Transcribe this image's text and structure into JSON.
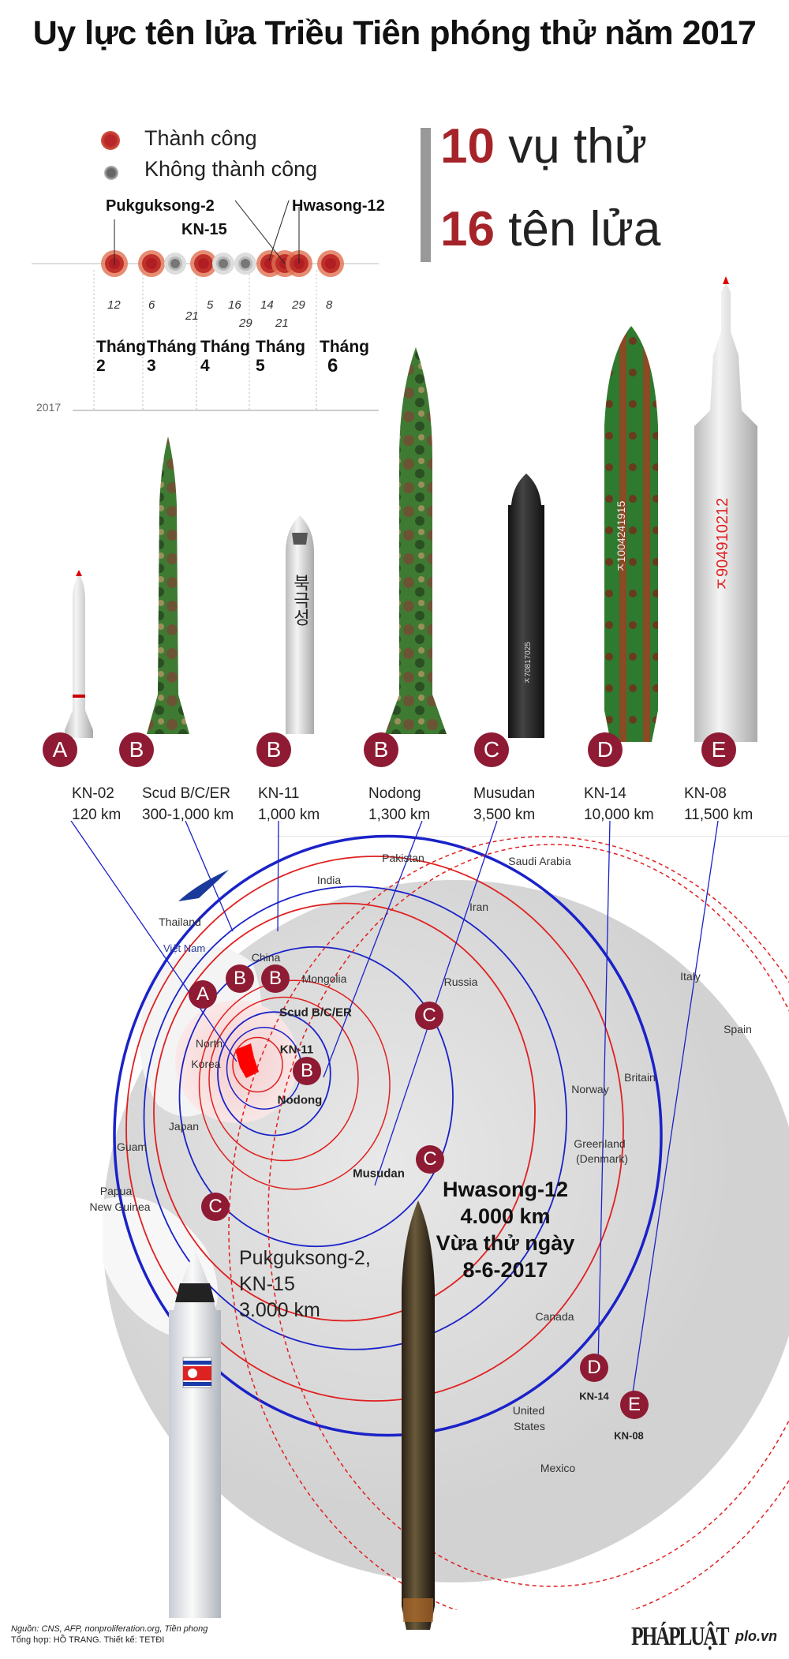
{
  "title": "Uy lực tên lửa Triều Tiên phóng thử năm 2017",
  "legend": {
    "success": "Thành công",
    "fail": "Không thành công"
  },
  "stats": {
    "tests_num": "10",
    "tests_label": "vụ thử",
    "missiles_num": "16",
    "missiles_label": "tên lửa"
  },
  "timeline": {
    "year": "2017",
    "callouts": {
      "puk1": "Pukguksong-2",
      "puk2": "KN-15",
      "hwa": "Hwasong-12"
    },
    "tests": [
      {
        "day": "12",
        "month": 2,
        "success": true
      },
      {
        "day": "6",
        "month": 3,
        "success": true
      },
      {
        "day": "21",
        "month": 3,
        "success": false
      },
      {
        "day": "5",
        "month": 4,
        "success": true
      },
      {
        "day": "16",
        "month": 4,
        "success": false
      },
      {
        "day": "29",
        "month": 4,
        "success": false
      },
      {
        "day": "14",
        "month": 5,
        "success": true
      },
      {
        "day": "21",
        "month": 5,
        "success": true
      },
      {
        "day": "29",
        "month": 5,
        "success": true
      },
      {
        "day": "8",
        "month": 6,
        "success": true
      }
    ],
    "months": [
      {
        "word": "Tháng",
        "num": "2"
      },
      {
        "word": "Tháng",
        "num": "3"
      },
      {
        "word": "Tháng",
        "num": "4"
      },
      {
        "word": "Tháng",
        "num": "5"
      },
      {
        "word": "Tháng",
        "num": "6"
      }
    ]
  },
  "missiles": [
    {
      "letter": "A",
      "name": "KN-02",
      "range": "120 km"
    },
    {
      "letter": "B",
      "name": "Scud B/C/ER",
      "range": "300-1,000 km"
    },
    {
      "letter": "B",
      "name": "KN-11",
      "range": "1,000 km",
      "marking": "북극성"
    },
    {
      "letter": "B",
      "name": "Nodong",
      "range": "1,300 km"
    },
    {
      "letter": "C",
      "name": "Musudan",
      "range": "3,500 km",
      "marking": "ㅈ70817025"
    },
    {
      "letter": "D",
      "name": "KN-14",
      "range": "10,000 km",
      "marking": "ㅈ1004241915"
    },
    {
      "letter": "E",
      "name": "KN-08",
      "range": "11,500 km",
      "marking": "ㅈ904910212"
    }
  ],
  "map": {
    "labels": [
      "India",
      "Pakistan",
      "Saudi Arabia",
      "Iran",
      "Thailand",
      "China",
      "Mongolia",
      "Russia",
      "Italy",
      "Spain",
      "North",
      "Korea",
      "Norway",
      "Britain",
      "Japan",
      "Greenland",
      "(Denmark)",
      "Guam",
      "Papua",
      "New Guinea",
      "Canada",
      "United",
      "States",
      "Mexico"
    ],
    "vietnam": "Việt Nam",
    "bold_labels": [
      "Scud B/C/ER",
      "KN-11",
      "Nodong",
      "Musudan",
      "KN-14",
      "KN-08"
    ],
    "markers": [
      "A",
      "B",
      "B",
      "B",
      "C",
      "C",
      "C",
      "D",
      "E"
    ]
  },
  "hwasong": {
    "line1": "Hwasong-12",
    "line2": "4.000 km",
    "line3": "Vừa thử ngày",
    "line4": "8-6-2017"
  },
  "pukguksong": {
    "line1": "Pukguksong-2,",
    "line2": "KN-15",
    "line3": "3.000 km"
  },
  "footer": {
    "source": "Nguồn: CNS, AFP, nonproliferation.org, Tiền phong",
    "credit": "Tổng hợp: HỒ TRANG. Thiết kế: TETĐI",
    "logo": "PHÁPLUẬT",
    "site": "plo.vn"
  },
  "colors": {
    "success": "#c0302a",
    "fail": "#777777",
    "accent": "#a5242a",
    "marker": "#8e1b33",
    "ring_blue": "#1a22c8",
    "ring_red": "#e02020"
  }
}
